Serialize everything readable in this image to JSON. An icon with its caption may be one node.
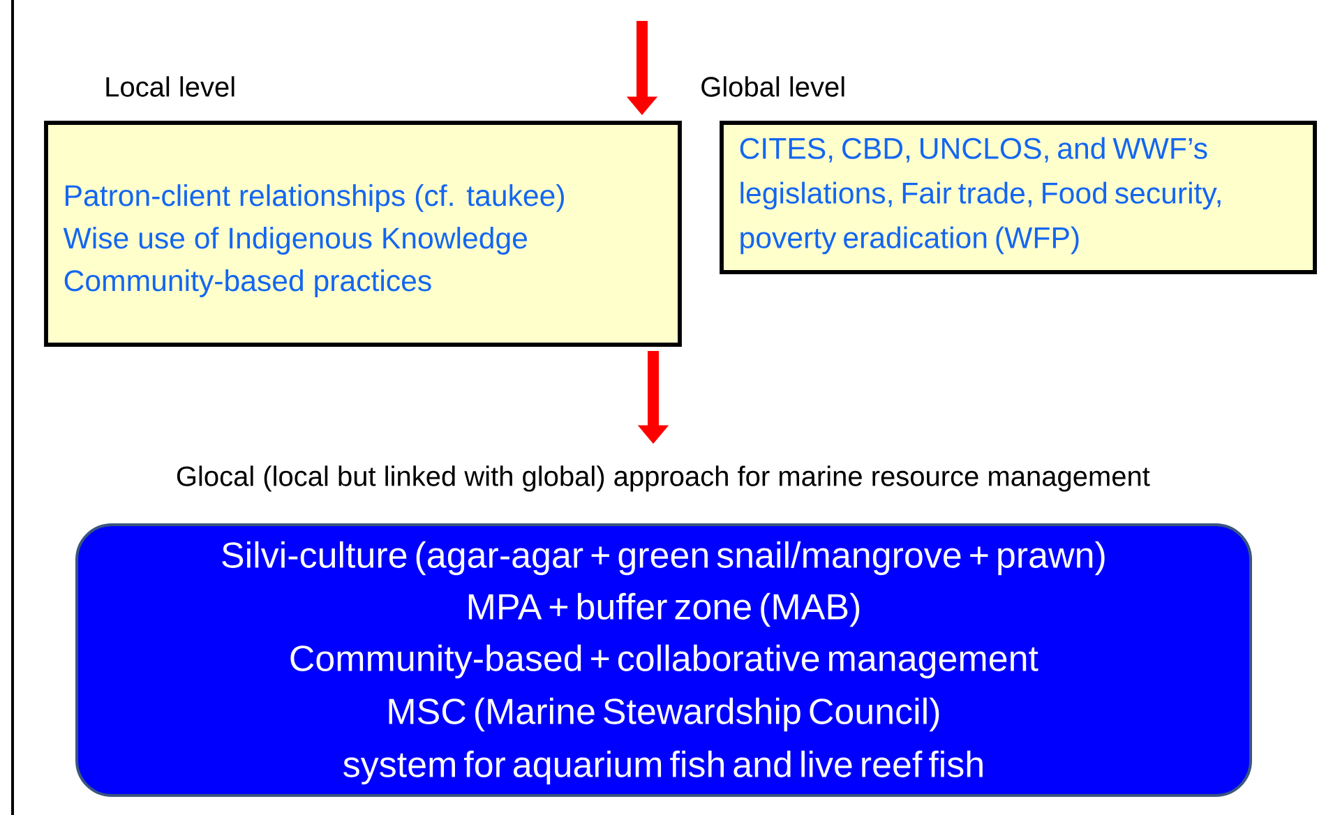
{
  "diagram": {
    "nodes": [
      {
        "text": [
          "Local level",
          "Patron-client relationships (cf. taukee)",
          "Wise use of Indigenous Knowledge",
          "Community-based practices"
        ]
      },
      {
        "text": [
          "Global level",
          "CITES, CBD, UNCLOS, and WWF’s legislations, Fair trade, Food security, poverty eradication (WFP)"
        ]
      },
      {
        "text": [
          "Glocal (local but linked with global) approach for marine resource management",
          "Silvi-culture (agar-agar + green snail/mangrove + prawn)",
          "MPA + buffer zone (MAB)",
          "Community-based + collaborative management",
          "MSC (Marine Stewardship Council) system for aquarium fish and live reef fish"
        ]
      }
    ],
    "edges": [
      {
        "from": null,
        "to": 0,
        "arrow": "to"
      },
      {
        "from": 0,
        "to": 2,
        "arrow": "to"
      }
    ]
  }
}
